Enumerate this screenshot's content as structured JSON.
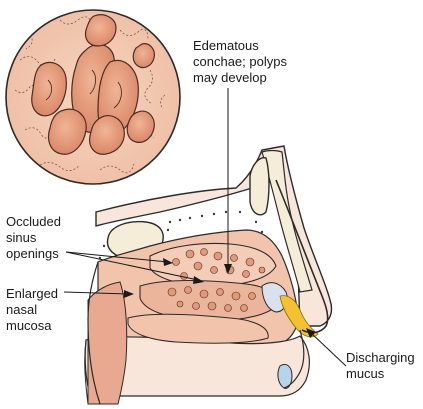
{
  "diagram": {
    "labels": {
      "edematous_conchae": "Edematous\nconchae; polyps\nmay develop",
      "occluded_sinus": "Occluded\nsinus\nopenings",
      "enlarged_mucosa": "Enlarged\nnasal\nmucosa",
      "discharging_mucus": "Discharging\nmucus"
    },
    "colors": {
      "tissue_fill": "#f1c4ab",
      "tissue_dark": "#d98a6a",
      "cell_fill": "#e7a07e",
      "bone_fill": "#f6edd8",
      "mucus_fill": "#f2c230",
      "nostril_fill": "#b8d4ea",
      "outline": "#2b2b2b"
    }
  }
}
